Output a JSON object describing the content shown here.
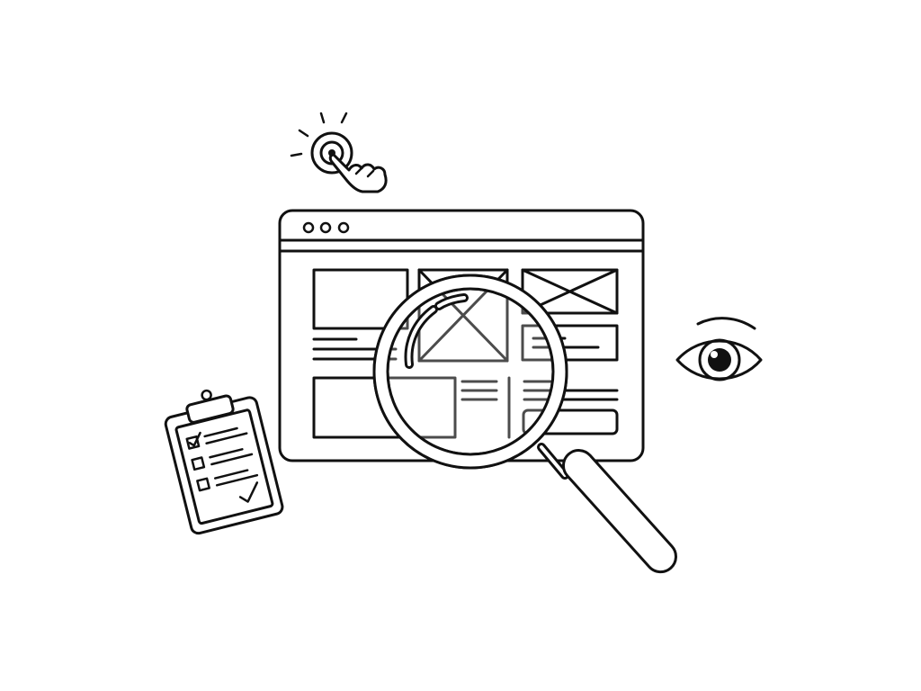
{
  "illustration": {
    "theme": "website-usability-review",
    "colors": {
      "background": "#ffffff",
      "line": "#111111"
    },
    "icons": [
      "click-cursor-icon",
      "browser-window-icon",
      "magnifying-glass-icon",
      "eye-icon",
      "clipboard-checklist-icon"
    ],
    "checklist": {
      "items_total": 3,
      "items_checked": 1
    }
  }
}
